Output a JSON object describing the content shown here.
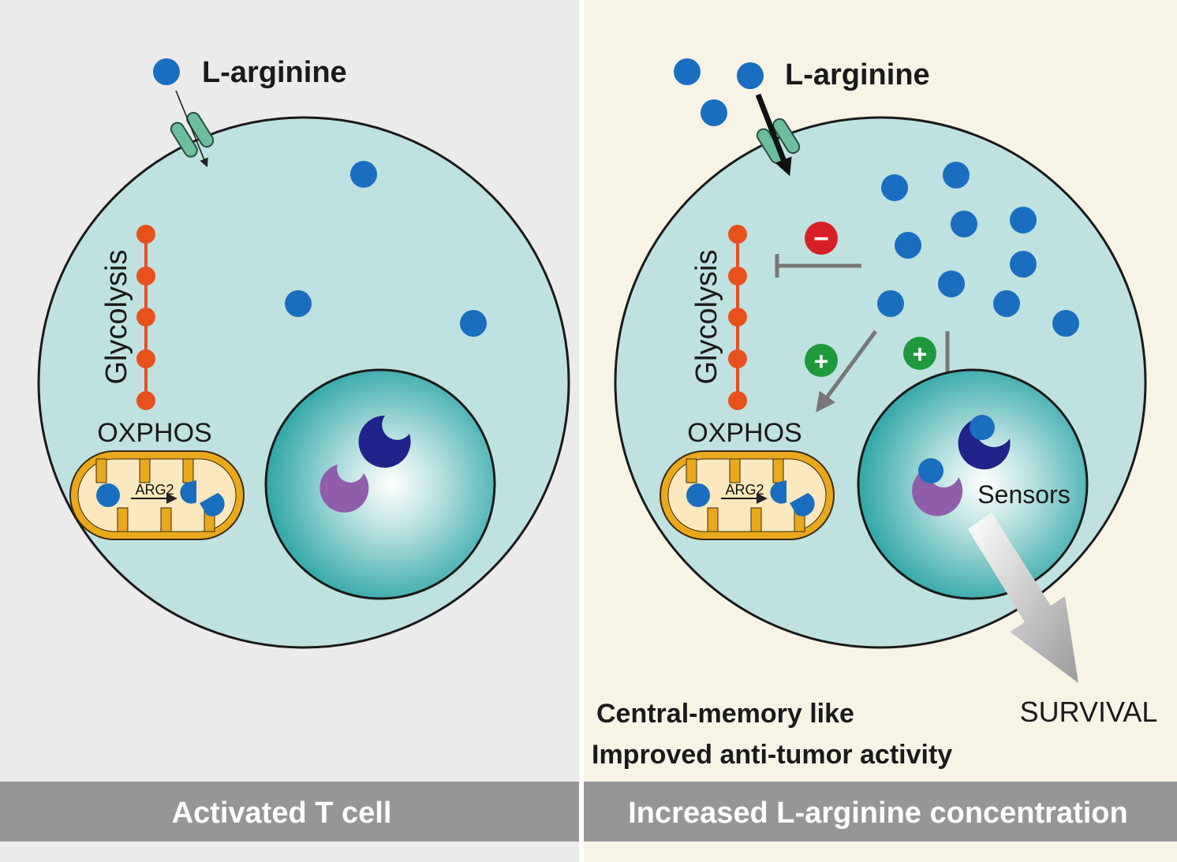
{
  "panels": [
    {
      "id": "left",
      "caption": "Activated T cell",
      "molecule_label": "L-arginine",
      "glycolysis_label": "Glycolysis",
      "oxphos_label": "OXPHOS",
      "enzyme_label": "ARG2"
    },
    {
      "id": "right",
      "caption": "Increased L-arginine concentration",
      "molecule_label": "L-arginine",
      "glycolysis_label": "Glycolysis",
      "oxphos_label": "OXPHOS",
      "enzyme_label": "ARG2",
      "sensors_label": "Sensors",
      "survival_label": "SURVIVAL",
      "outcome_line1": "Central-memory like",
      "outcome_line2": "Improved anti-tumor activity",
      "inhibit_symbol": "−",
      "promote_symbol": "+"
    }
  ],
  "colors": {
    "left_background": "#ebebeb",
    "right_background": "#f7f4e6",
    "caption_bar": "#969696",
    "cell_fill": "#bfe2e0",
    "arginine_dot": "#1a6ebf",
    "glycolysis": "#e8501e",
    "mitochondria_outline": "#eaa81d",
    "mitochondria_fill": "#fbe8bf",
    "transporter": "#6cbf9e",
    "nucleus_dark": "#21228a",
    "nucleus_purple": "#8f5dab",
    "inhibit_badge": "#d81f26",
    "promote_badge": "#1e9a3c",
    "arrow_gray": "#777777"
  }
}
